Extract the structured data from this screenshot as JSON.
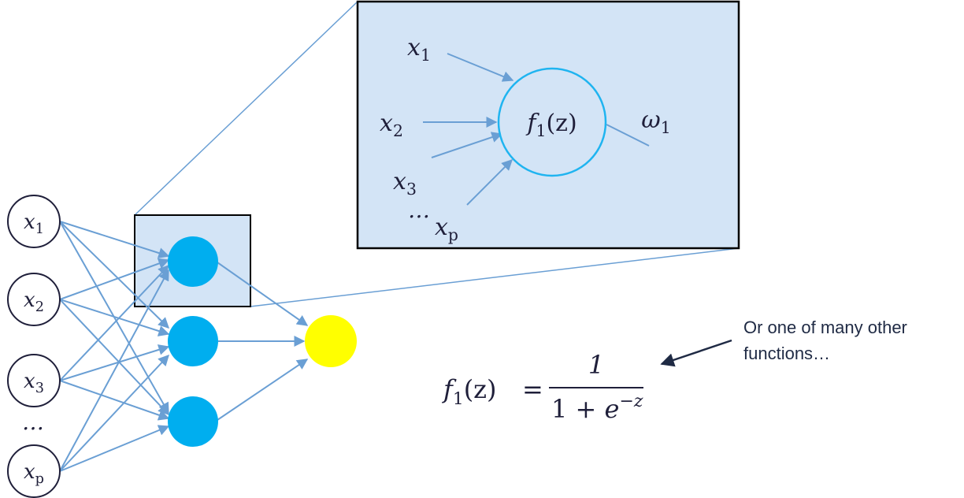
{
  "inputs": [
    {
      "var": "x",
      "sub": "1"
    },
    {
      "var": "x",
      "sub": "2"
    },
    {
      "var": "x",
      "sub": "3"
    },
    {
      "var": "x",
      "sub": "p"
    }
  ],
  "ellipsis": "…",
  "zoom": {
    "inputs": [
      {
        "var": "x",
        "sub": "1"
      },
      {
        "var": "x",
        "sub": "2"
      },
      {
        "var": "x",
        "sub": "3"
      },
      {
        "var": "x",
        "sub": "p"
      }
    ],
    "ellipsis": "…",
    "node_label": {
      "fn": "f",
      "sub": "1",
      "arg": "(z)"
    },
    "weight": {
      "var": "ω",
      "sub": "1"
    }
  },
  "formula": {
    "lhs": {
      "fn": "f",
      "sub": "1",
      "arg": "(z)"
    },
    "equals": "=",
    "numerator": "1",
    "denominator": {
      "base": "1 + ",
      "exp_base": "e",
      "exponent": "−z"
    }
  },
  "note": {
    "line1": "Or one of many other",
    "line2": "functions…"
  },
  "colors": {
    "hidden_node": "#00aeef",
    "output_node": "#ffff00",
    "edge": "#6a9fd4",
    "zoom_fill": "#d3e4f6",
    "zoom_neuron": "#1fb4f0",
    "note_arrow": "#1f2a44"
  }
}
